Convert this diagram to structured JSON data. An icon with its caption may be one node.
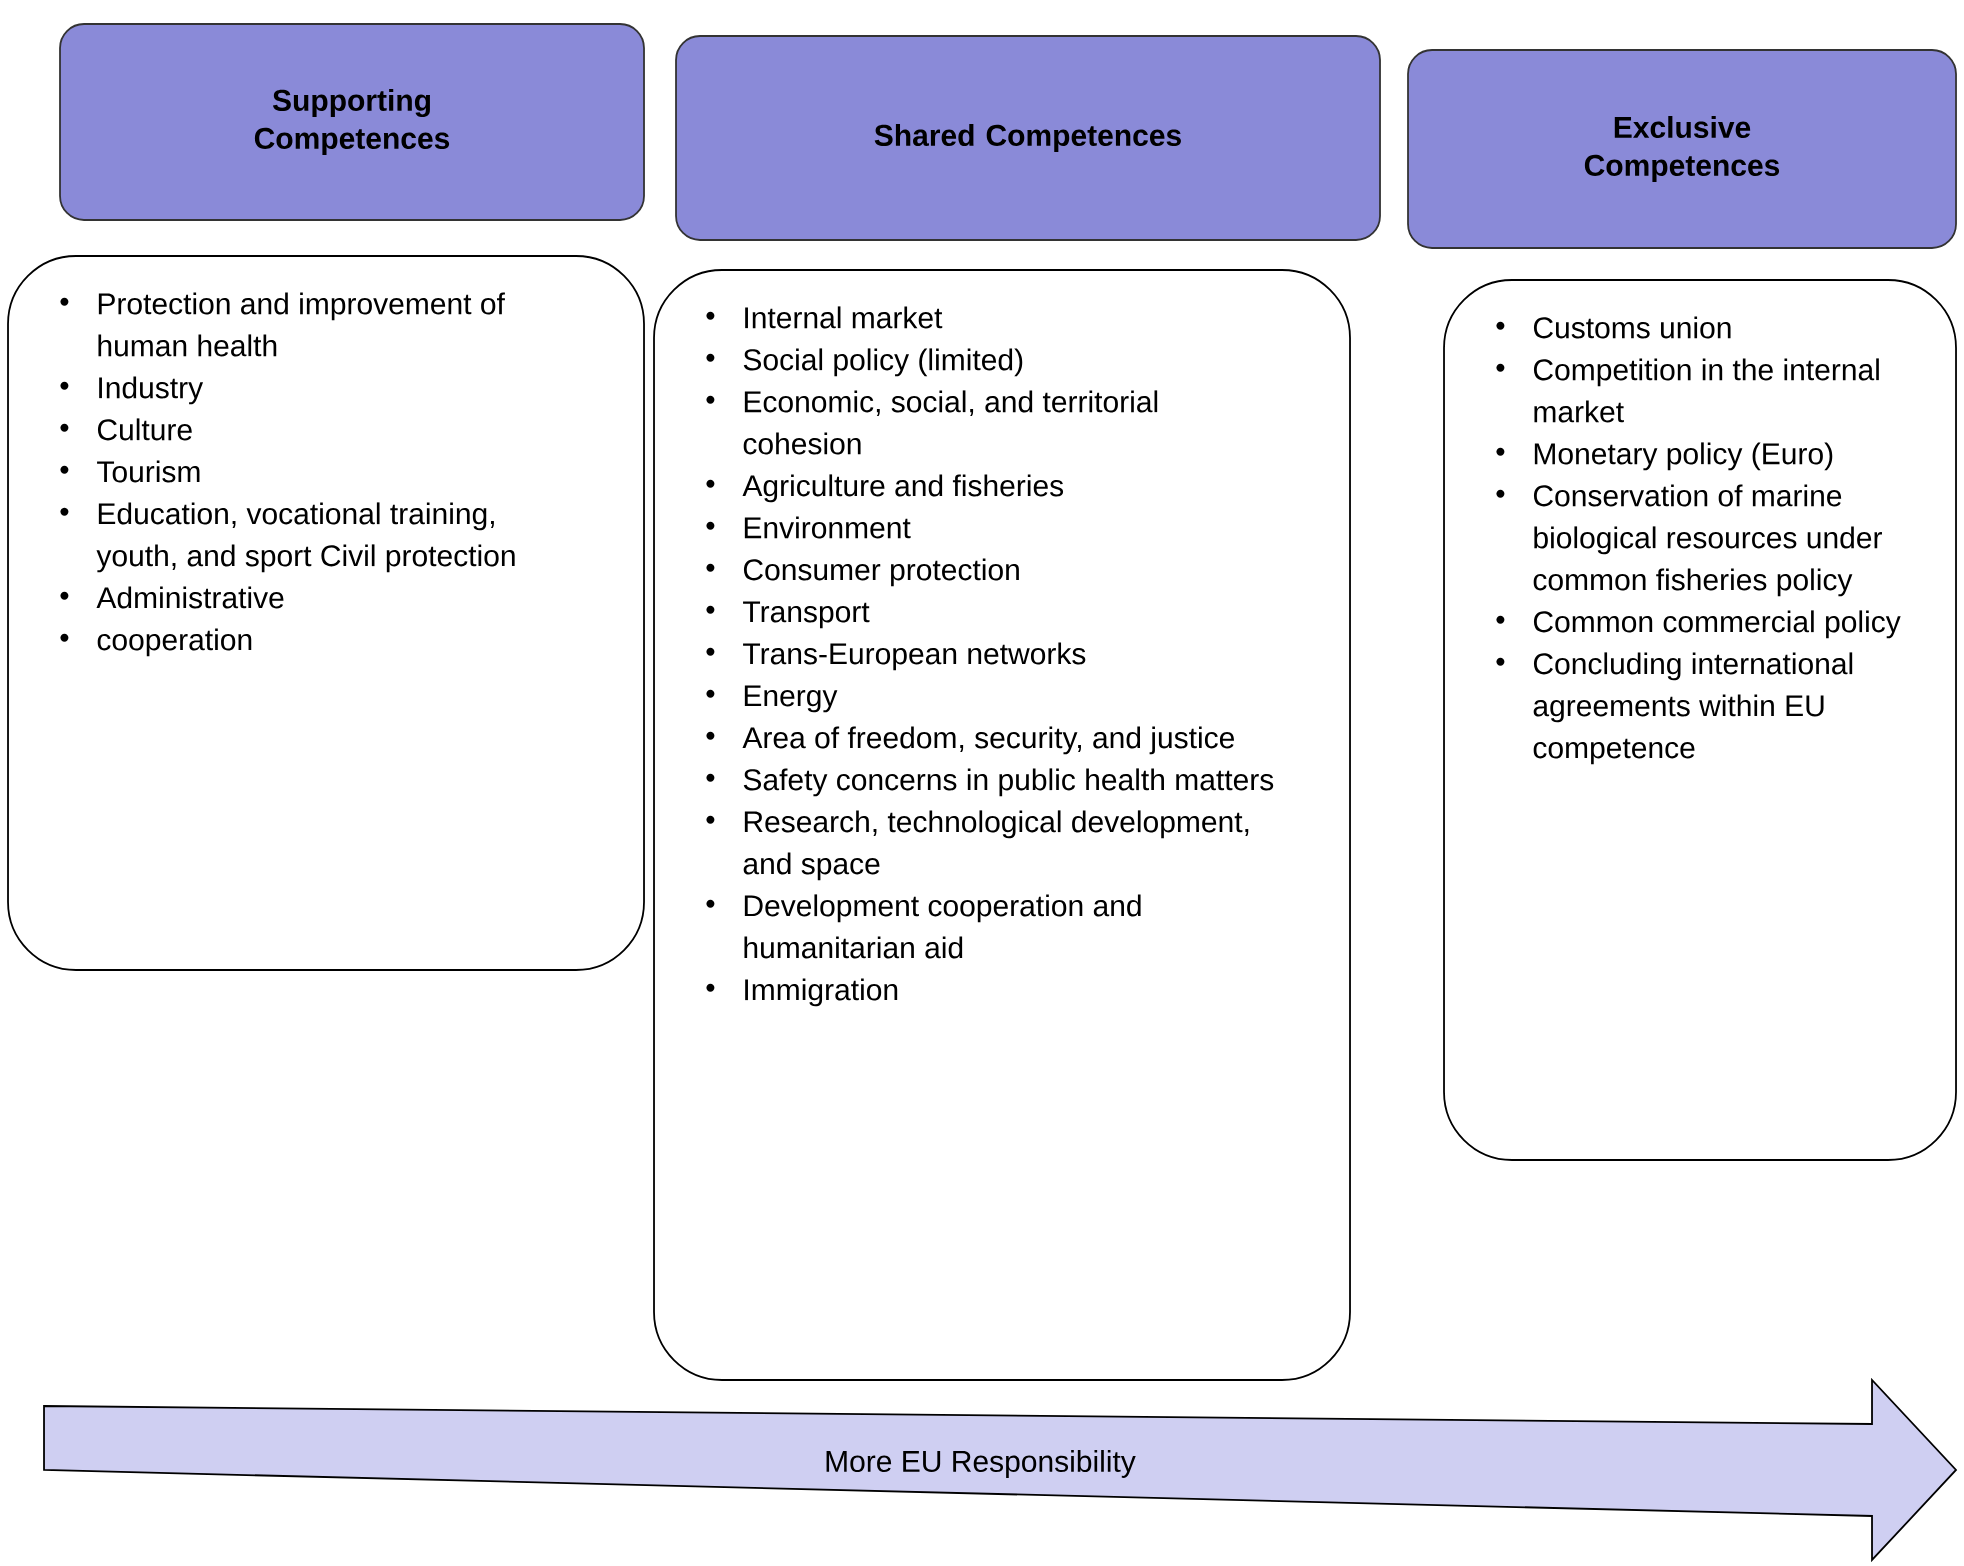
{
  "diagram": {
    "nodes": [
      {
        "text": [
          "Supporting Competences"
        ]
      },
      {
        "text": [
          "Shared Competences"
        ]
      },
      {
        "text": [
          "Exclusive Competences"
        ]
      },
      {
        "text": [
          "Protection and improvement of human health",
          "Industry",
          "Culture",
          "Tourism",
          "Education, vocational training, youth, and sport Civil protection",
          "Administrative",
          "cooperation"
        ]
      },
      {
        "text": [
          "Internal market",
          "Social policy (limited)",
          "Economic, social, and territorial cohesion",
          "Agriculture and fisheries",
          "Environment",
          "Consumer protection",
          "Transport",
          "Trans-European networks",
          "Energy",
          "Area of freedom, security, and justice",
          "Safety concerns in public health matters",
          "Research, technological development, and space",
          "Development cooperation and humanitarian aid",
          "Immigration"
        ]
      },
      {
        "text": [
          "Customs union",
          "Competition in the internal market",
          "Monetary policy (Euro)",
          "Conservation of marine biological resources under common fisheries policy",
          "Common commercial policy",
          "Concluding international agreements within EU competence"
        ]
      },
      {
        "text": [
          "More EU Responsibility"
        ]
      }
    ]
  }
}
